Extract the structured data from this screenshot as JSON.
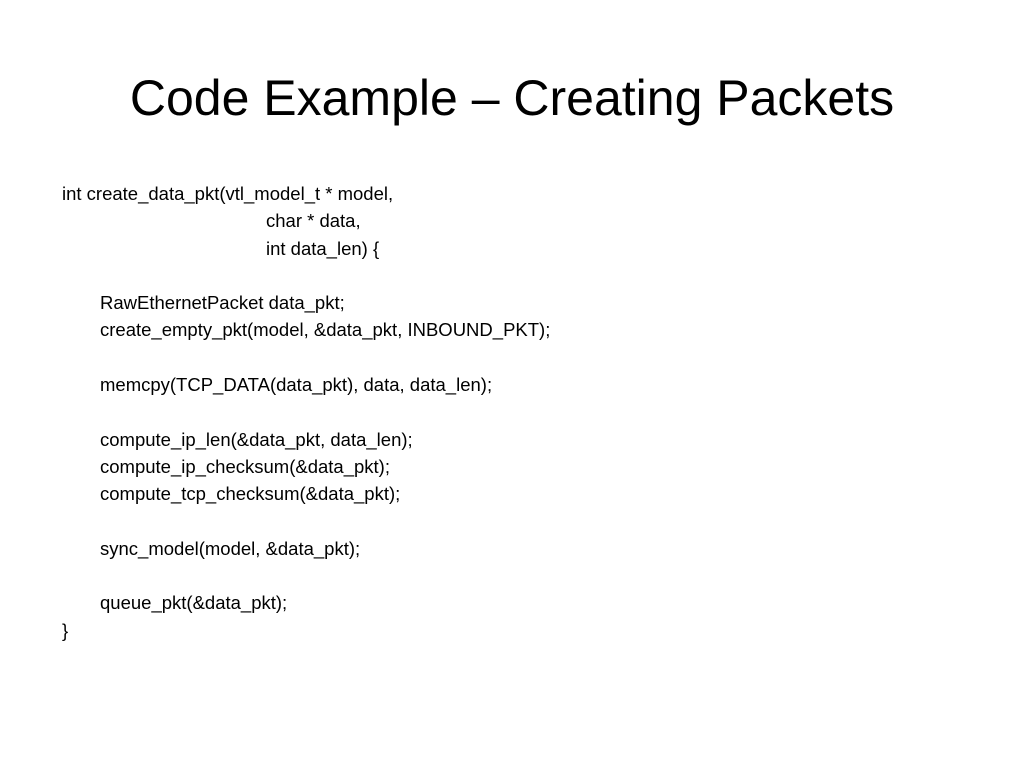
{
  "slide": {
    "title": "Code Example – Creating Packets",
    "code_lines": [
      "int create_data_pkt(vtl_model_t * model,",
      "char * data,",
      "int data_len) {",
      "",
      "RawEthernetPacket data_pkt;",
      "create_empty_pkt(model, &data_pkt, INBOUND_PKT);",
      "",
      "memcpy(TCP_DATA(data_pkt), data, data_len);",
      "",
      "compute_ip_len(&data_pkt, data_len);",
      "compute_ip_checksum(&data_pkt);",
      "compute_tcp_checksum(&data_pkt);",
      "",
      "sync_model(model, &data_pkt);",
      "",
      "queue_pkt(&data_pkt);",
      "}"
    ]
  }
}
